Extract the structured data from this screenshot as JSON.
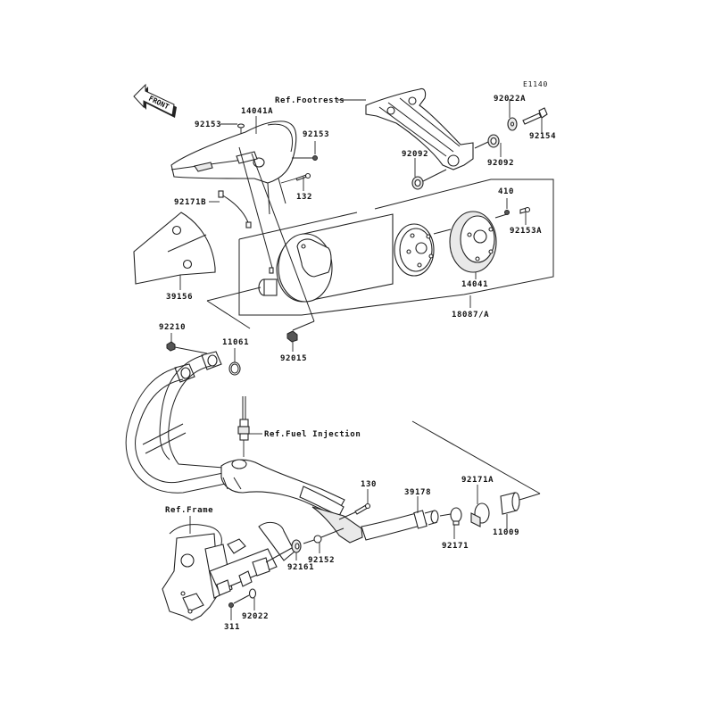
{
  "diagram": {
    "code": "E1140",
    "front_label": "FRONT",
    "references": {
      "footrests": "Ref.Footrests",
      "fuel_injection": "Ref.Fuel Injection",
      "frame": "Ref.Frame"
    },
    "parts": {
      "p92153_top": "92153",
      "p14041A": "14041A",
      "p92153_right": "92153",
      "p132": "132",
      "p92171B": "92171B",
      "p39156": "39156",
      "p92022A": "92022A",
      "p92154": "92154",
      "p92092_a": "92092",
      "p92092_b": "92092",
      "p410": "410",
      "p92153A": "92153A",
      "p14041": "14041",
      "p18087A": "18087/A",
      "p92210": "92210",
      "p11061": "11061",
      "p92015": "92015",
      "p130": "130",
      "p39178": "39178",
      "p92171A": "92171A",
      "p92171": "92171",
      "p11009": "11009",
      "p92152": "92152",
      "p92161": "92161",
      "p92022": "92022",
      "p311": "311"
    }
  }
}
